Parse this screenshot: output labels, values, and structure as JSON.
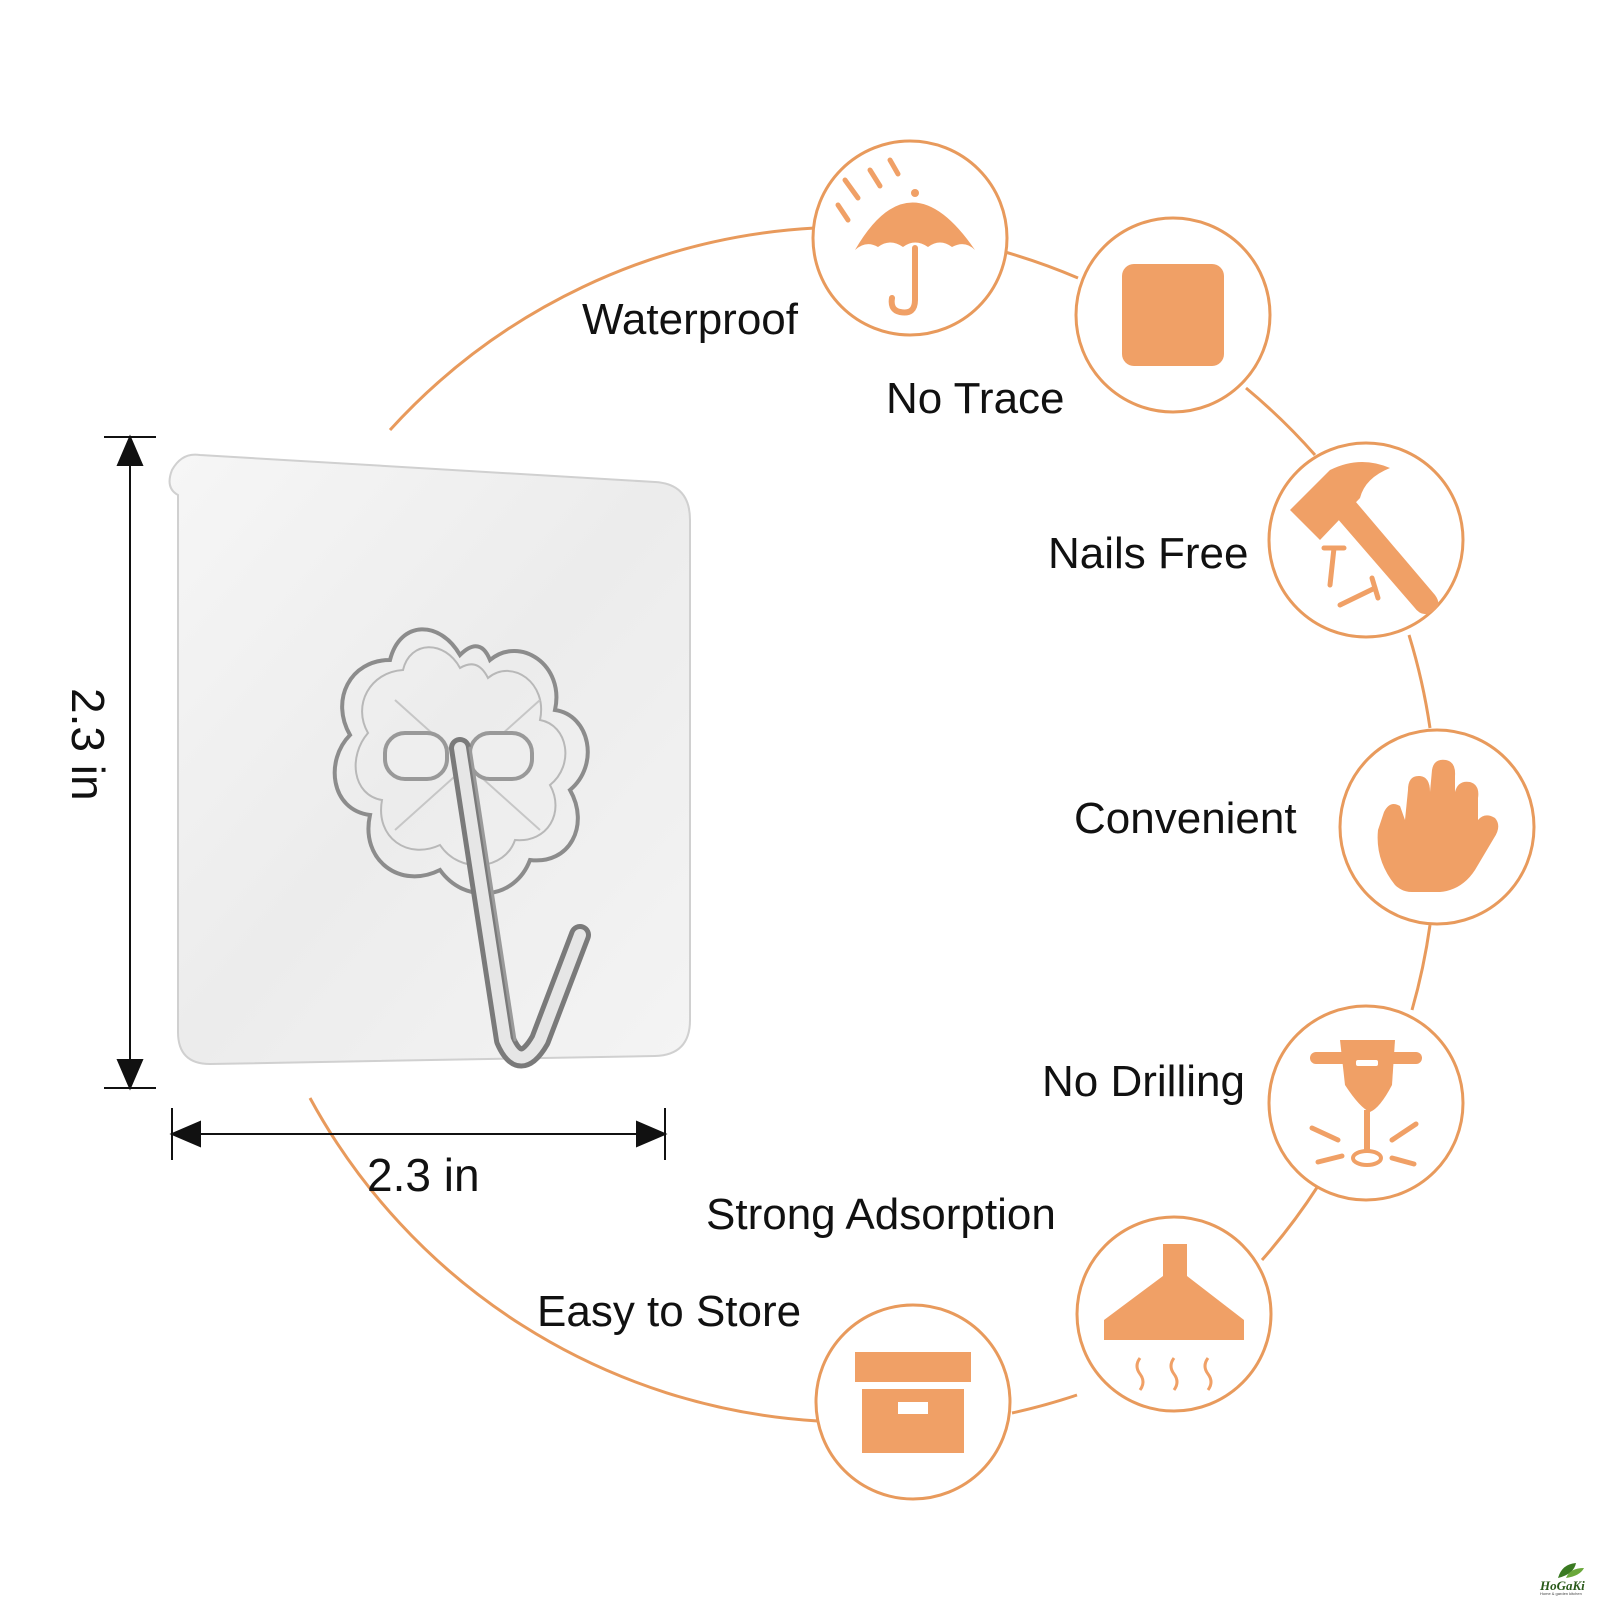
{
  "colors": {
    "accent": "#f0a066",
    "accent_line": "#e89a5c",
    "text": "#111111"
  },
  "features": [
    {
      "label": "Waterproof",
      "icon": "umbrella-rain-icon"
    },
    {
      "label": "No Trace",
      "icon": "rounded-square-icon"
    },
    {
      "label": "Nails Free",
      "icon": "hammer-nails-icon"
    },
    {
      "label": "Convenient",
      "icon": "hand-icon"
    },
    {
      "label": "No Drilling",
      "icon": "drill-icon"
    },
    {
      "label": "Strong Adsorption",
      "icon": "range-hood-icon"
    },
    {
      "label": "Easy to Store",
      "icon": "storage-box-icon"
    }
  ],
  "dimensions": {
    "height_label": "2.3 in",
    "width_label": "2.3 in"
  },
  "brand": {
    "logo_text": "HoGaKi",
    "tagline": "Home & garden kitchen"
  }
}
